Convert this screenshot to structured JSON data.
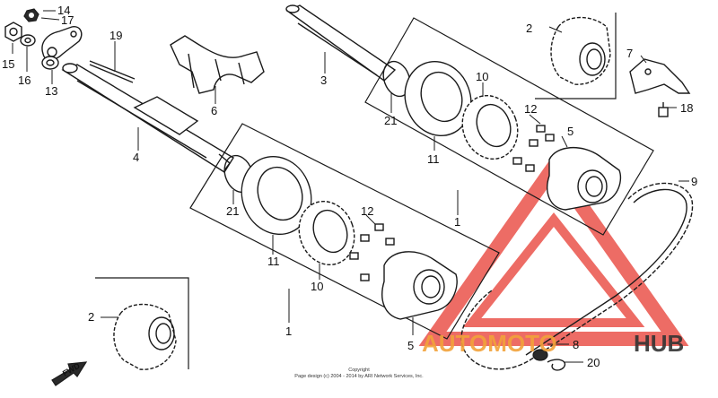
{
  "callouts": [
    {
      "id": "c14",
      "label": "14"
    },
    {
      "id": "c17",
      "label": "17"
    },
    {
      "id": "c19",
      "label": "19"
    },
    {
      "id": "c15",
      "label": "15"
    },
    {
      "id": "c16",
      "label": "16"
    },
    {
      "id": "c13",
      "label": "13"
    },
    {
      "id": "c6",
      "label": "6"
    },
    {
      "id": "c3",
      "label": "3"
    },
    {
      "id": "c2a",
      "label": "2"
    },
    {
      "id": "c7",
      "label": "7"
    },
    {
      "id": "c18",
      "label": "18"
    },
    {
      "id": "c4",
      "label": "4"
    },
    {
      "id": "c21a",
      "label": "21"
    },
    {
      "id": "c11a",
      "label": "11"
    },
    {
      "id": "c10a",
      "label": "10"
    },
    {
      "id": "c12a",
      "label": "12"
    },
    {
      "id": "c5a",
      "label": "5"
    },
    {
      "id": "c1a",
      "label": "1"
    },
    {
      "id": "c9",
      "label": "9"
    },
    {
      "id": "c21b",
      "label": "21"
    },
    {
      "id": "c11b",
      "label": "11"
    },
    {
      "id": "c12b",
      "label": "12"
    },
    {
      "id": "c10b",
      "label": "10"
    },
    {
      "id": "c1b",
      "label": "1"
    },
    {
      "id": "c2b",
      "label": "2"
    },
    {
      "id": "c5b",
      "label": "5"
    },
    {
      "id": "c8",
      "label": "8"
    },
    {
      "id": "c20",
      "label": "20"
    }
  ],
  "fwd_label": "FWD",
  "copyright": {
    "line1": "Copyright",
    "line2": "Page design (c) 2004 - 2014 by ARI Network Services, Inc."
  },
  "watermark": {
    "part1": "AUTOMOTO",
    "part2": "HUB",
    "color_primary": "#e8433a",
    "color_secondary": "#f2a23a",
    "color_dark": "#222222"
  }
}
